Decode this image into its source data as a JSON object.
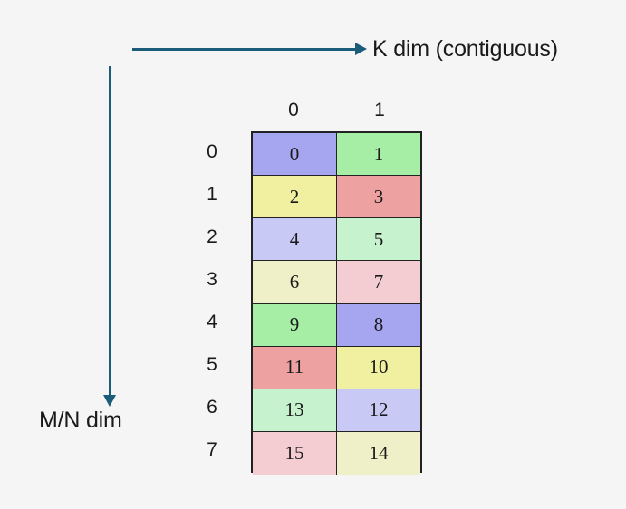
{
  "background_color": "#f4f5f4",
  "arrow_color": "#1a5c7a",
  "axes": {
    "horizontal": {
      "label": "K dim (contiguous)",
      "name": "k-dim-arrow",
      "direction": "right"
    },
    "vertical": {
      "label": "M/N dim",
      "name": "mn-dim-arrow",
      "direction": "down"
    }
  },
  "grid": {
    "column_headers": [
      "0",
      "1"
    ],
    "row_headers": [
      "0",
      "1",
      "2",
      "3",
      "4",
      "5",
      "6",
      "7"
    ],
    "rows": [
      {
        "cells": [
          {
            "value": "0",
            "color": "#a6a6f0"
          },
          {
            "value": "1",
            "color": "#a6eea6"
          }
        ]
      },
      {
        "cells": [
          {
            "value": "2",
            "color": "#f0f0a0"
          },
          {
            "value": "3",
            "color": "#eda1a1"
          }
        ]
      },
      {
        "cells": [
          {
            "value": "4",
            "color": "#c9c9f5"
          },
          {
            "value": "5",
            "color": "#c6f2cd"
          }
        ]
      },
      {
        "cells": [
          {
            "value": "6",
            "color": "#f0f0c8"
          },
          {
            "value": "7",
            "color": "#f4cdd2"
          }
        ]
      },
      {
        "cells": [
          {
            "value": "9",
            "color": "#a6eea6"
          },
          {
            "value": "8",
            "color": "#a6a6f0"
          }
        ]
      },
      {
        "cells": [
          {
            "value": "11",
            "color": "#eda1a1"
          },
          {
            "value": "10",
            "color": "#f0f0a0"
          }
        ]
      },
      {
        "cells": [
          {
            "value": "13",
            "color": "#c6f2cd"
          },
          {
            "value": "12",
            "color": "#c9c9f5"
          }
        ]
      },
      {
        "cells": [
          {
            "value": "15",
            "color": "#f4cdd2"
          },
          {
            "value": "14",
            "color": "#f0f0c8"
          }
        ]
      }
    ]
  }
}
